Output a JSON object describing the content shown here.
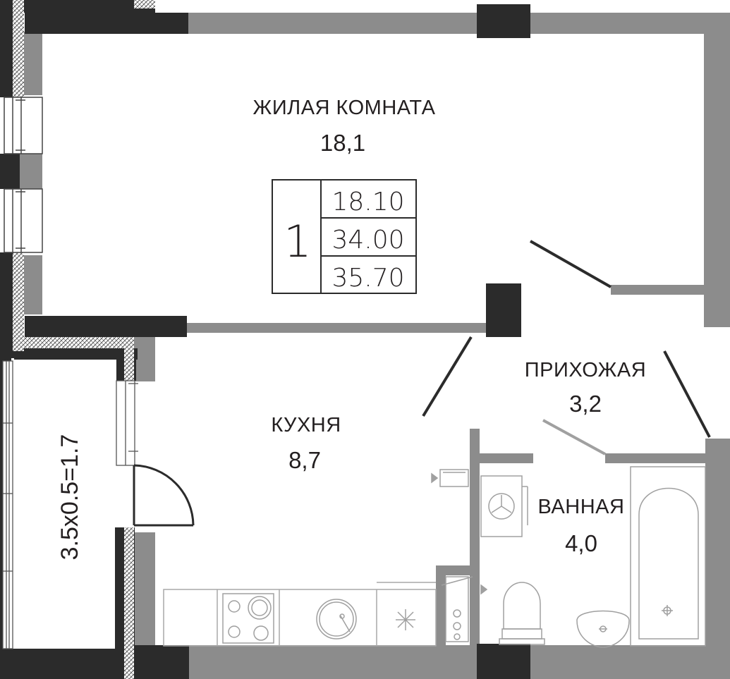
{
  "rooms": {
    "living": {
      "name": "ЖИЛАЯ КОМНАТА",
      "area": "18,1"
    },
    "kitchen": {
      "name": "КУХНЯ",
      "area": "8,7"
    },
    "hall": {
      "name": "ПРИХОЖАЯ",
      "area": "3,2"
    },
    "bath": {
      "name": "ВАННАЯ",
      "area": "4,0"
    },
    "balcony": {
      "label": "3.5x0.5=1.7"
    }
  },
  "summary": {
    "rooms_count": "1",
    "living_area": "18.10",
    "total_area": "34.00",
    "total_with_balcony": "35.70"
  },
  "colors": {
    "wall_dark": "#2b2b2b",
    "wall_grey": "#8c8c8c",
    "fixture_line": "#a0a0a0",
    "text": "#231f20"
  },
  "icons": [
    "washing-machine-icon",
    "stove-icon",
    "sink-icon",
    "fridge-icon",
    "toilet-icon",
    "bathtub-icon",
    "door-swing-icon"
  ]
}
